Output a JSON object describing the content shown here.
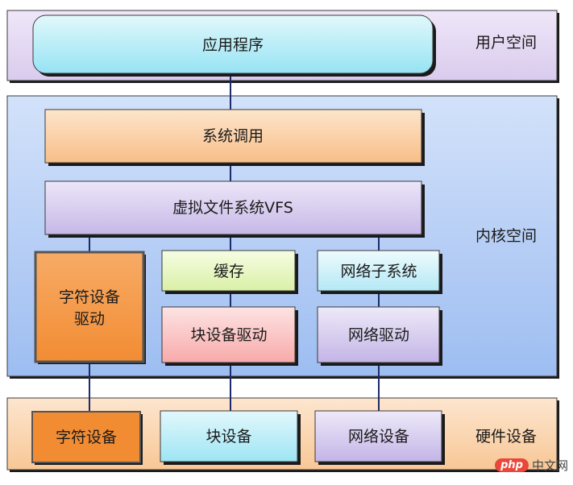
{
  "regions": {
    "user_space": "用户空间",
    "kernel_space": "内核空间",
    "hardware": "硬件设备"
  },
  "boxes": {
    "application": "应用程序",
    "syscall": "系统调用",
    "vfs": "虚拟文件系统VFS",
    "char_driver_line1": "字符设备",
    "char_driver_line2": "驱动",
    "cache": "缓存",
    "net_subsystem": "网络子系统",
    "block_driver": "块设备驱动",
    "net_driver": "网络驱动",
    "char_device": "字符设备",
    "block_device": "块设备",
    "net_device": "网络设备"
  },
  "watermark": {
    "logo": "php",
    "text": "中文网"
  },
  "colors": {
    "user_space_bg": "#e6dcf3",
    "kernel_space_bg": "#b4cdf5",
    "hardware_bg": "#fbd9b8",
    "application": "#b9eef8",
    "syscall": "#fbd1a7",
    "vfs": "#d9cfef",
    "char_driver": "#f49845",
    "cache": "#e8f7c2",
    "net_subsystem": "#cdf1f9",
    "block_driver": "#fbc5c5",
    "net_driver": "#d6cdef",
    "char_device": "#f49845",
    "block_device": "#b6eef8",
    "net_device": "#d6cdef",
    "connector": "#1f2a6b"
  }
}
